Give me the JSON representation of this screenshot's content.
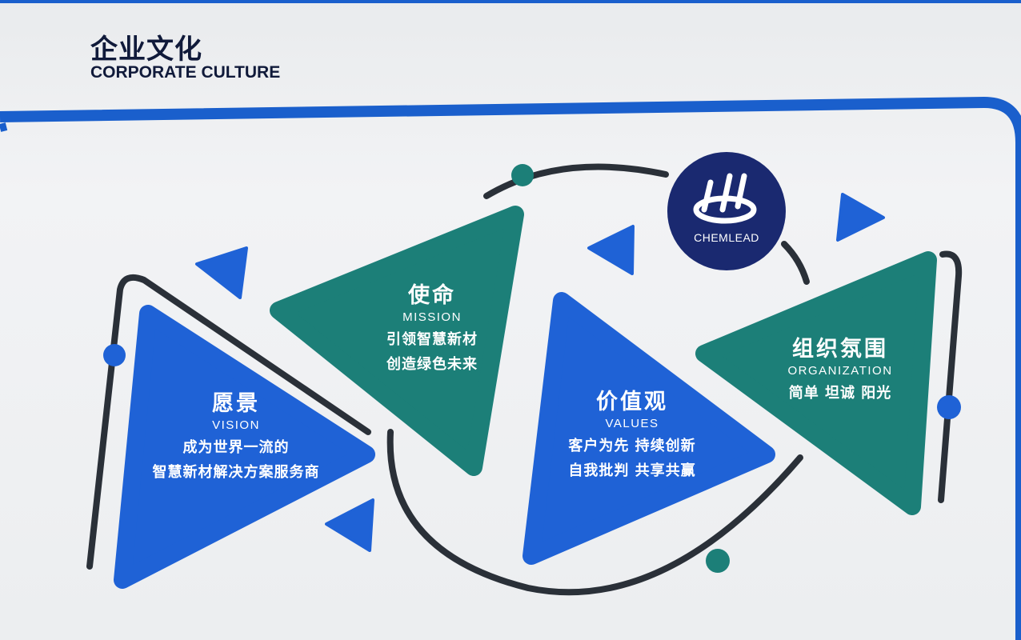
{
  "header": {
    "title_cn": "企业文化",
    "title_en": "CORPORATE CULTURE"
  },
  "logo": {
    "name": "CHEMLEAD"
  },
  "sections": [
    {
      "key": "vision",
      "title_cn": "愿景",
      "title_en": "VISION",
      "lines": [
        "成为世界一流的",
        "智慧新材解决方案服务商"
      ]
    },
    {
      "key": "mission",
      "title_cn": "使命",
      "title_en": "MISSION",
      "lines": [
        "引领智慧新材",
        "创造绿色未来"
      ]
    },
    {
      "key": "values",
      "title_cn": "价值观",
      "title_en": "VALUES",
      "lines": [
        "客户为先 持续创新",
        "自我批判 共享共赢"
      ]
    },
    {
      "key": "organization",
      "title_cn": "组织氛围",
      "title_en": "ORGANIZATION",
      "lines": [
        "简单 坦诚 阳光"
      ]
    }
  ],
  "colors": {
    "blue": "#1f62d6",
    "teal": "#1c7f78",
    "navy": "#1a2970",
    "frame_blue": "#1a5fcc",
    "curve": "#2a3038",
    "wall": "#eceef0"
  }
}
